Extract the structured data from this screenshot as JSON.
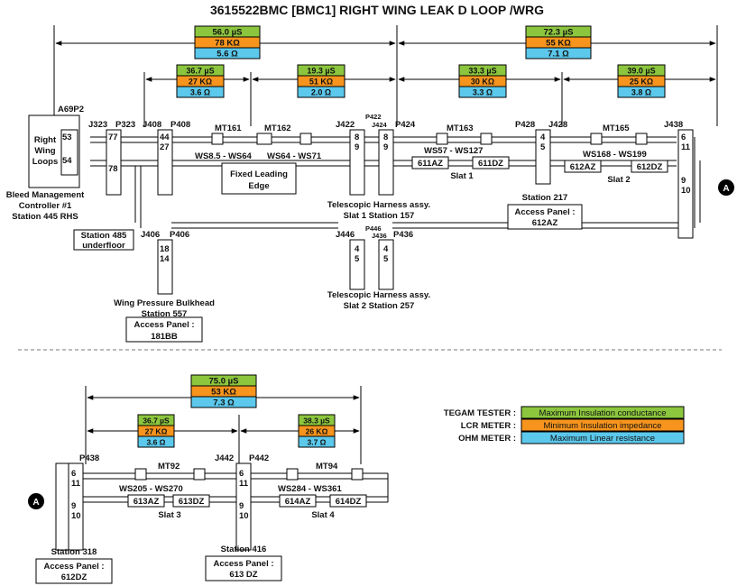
{
  "title": "3615522BMC [BMC1] RIGHT WING LEAK D LOOP /WRG",
  "colors": {
    "green": "#8cc63e",
    "orange": "#f7941d",
    "blue": "#5bc8ec"
  },
  "legend": [
    {
      "label": "TEGAM TESTER :",
      "desc": "Maximum Insulation conductance"
    },
    {
      "label": "LCR METER :",
      "desc": "Minimum Insulation impedance"
    },
    {
      "label": "OHM METER :",
      "desc": "Maximum Linear resistance"
    }
  ],
  "measures": {
    "m1": [
      "56.0 µS",
      "78 KΩ",
      "5.6 Ω"
    ],
    "m2": [
      "72.3 µS",
      "55 KΩ",
      "7.1 Ω"
    ],
    "m3": [
      "36.7 µS",
      "27 KΩ",
      "3.6 Ω"
    ],
    "m4": [
      "19.3 µS",
      "51 KΩ",
      "2.0 Ω"
    ],
    "m5": [
      "33.3 µS",
      "30 KΩ",
      "3.3 Ω"
    ],
    "m6": [
      "39.0 µS",
      "25 KΩ",
      "3.8 Ω"
    ],
    "m7": [
      "75.0 µS",
      "53 KΩ",
      "7.3 Ω"
    ],
    "m8": [
      "36.7 µS",
      "27 KΩ",
      "3.6 Ω"
    ],
    "m9": [
      "38.3 µS",
      "26 KΩ",
      "3.7 Ω"
    ]
  },
  "labels": {
    "a69p2": "A69P2",
    "right": "Right",
    "wing": "Wing",
    "loops": "Loops",
    "bmc1": "Bleed Management",
    "bmc2": "Controller #1",
    "bmc3": "Station 445 RHS",
    "j323": "J323",
    "p323": "P323",
    "j408": "J408",
    "p408": "P408",
    "mt161": "MT161",
    "mt162": "MT162",
    "ws1": "WS8.5 - WS64",
    "ws2": "WS64 - WS71",
    "fle1": "Fixed Leading",
    "fle2": "Edge",
    "j422": "J422",
    "p422": "P422",
    "j424": "J424",
    "p424": "P424",
    "tel1a": "Telescopic Harness assy.",
    "tel1b": "Slat 1  Station 157",
    "mt163": "MT163",
    "ws57": "WS57 - WS127",
    "b611az": "611AZ",
    "b611dz": "611DZ",
    "slat1": "Slat 1",
    "p428": "P428",
    "j428": "J428",
    "st217": "Station 217",
    "ap1": "Access Panel :",
    "ap1v": "612AZ",
    "mt165": "MT165",
    "ws168": "WS168 - WS199",
    "b612az": "612AZ",
    "b612dz": "612DZ",
    "slat2": "Slat 2",
    "j438": "J438",
    "st485a": "Station 485",
    "st485b": "underfloor",
    "j406": "J406",
    "p406": "P406",
    "wpb1": "Wing Pressure Bulkhead",
    "wpb2": "Station 557",
    "ap2": "Access Panel :",
    "ap2v": "181BB",
    "j446": "J446",
    "p446": "P446",
    "j436": "J436",
    "p436": "P436",
    "tel2a": "Telescopic Harness assy.",
    "tel2b": "Slat 2  Station 257",
    "p438": "P438",
    "mt92": "MT92",
    "ws205": "WS205 - WS270",
    "b613az": "613AZ",
    "b613dz": "613DZ",
    "slat3": "Slat 3",
    "j442": "J442",
    "p442": "P442",
    "mt94": "MT94",
    "ws284": "WS284 - WS361",
    "b614az": "614AZ",
    "b614dz": "614DZ",
    "slat4": "Slat 4",
    "st318": "Station 318",
    "ap3": "Access Panel :",
    "ap3v": "612DZ",
    "st416": "Station 416",
    "ap4": "Access Panel :",
    "ap4v": "613 DZ",
    "offA": "A",
    "offB": "A",
    "p53": "53",
    "p54": "54",
    "p77": "77",
    "p78": "78",
    "p44": "44",
    "p27": "27",
    "p8a": "8",
    "p9a": "9",
    "p8b": "8",
    "p9b": "9",
    "p4a": "4",
    "p5a": "5",
    "p6a": "6",
    "p11a": "11",
    "p9c": "9",
    "p10a": "10",
    "p18": "18",
    "p14": "14",
    "p4b": "4",
    "p5b": "5",
    "p4c": "4",
    "p5c": "5",
    "p6b": "6",
    "p11b": "11",
    "p9d": "9",
    "p10b": "10",
    "p6c": "6",
    "p11c": "11",
    "p9e": "9",
    "p10c": "10"
  }
}
